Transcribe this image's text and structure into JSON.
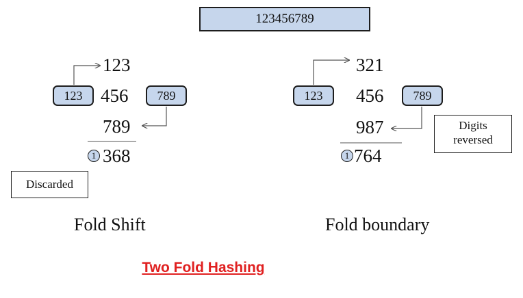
{
  "key": "123456789",
  "fold_shift": {
    "row1": "123",
    "left_box": "123",
    "middle": "456",
    "right_box": "789",
    "row3": "789",
    "carry": "1",
    "result": "368",
    "note": "Discarded",
    "caption": "Fold Shift"
  },
  "fold_boundary": {
    "row1": "321",
    "left_box": "123",
    "middle": "456",
    "right_box": "789",
    "row3": "987",
    "carry": "1",
    "result": "764",
    "note": "Digits reversed",
    "caption": "Fold boundary"
  },
  "title": "Two Fold Hashing"
}
